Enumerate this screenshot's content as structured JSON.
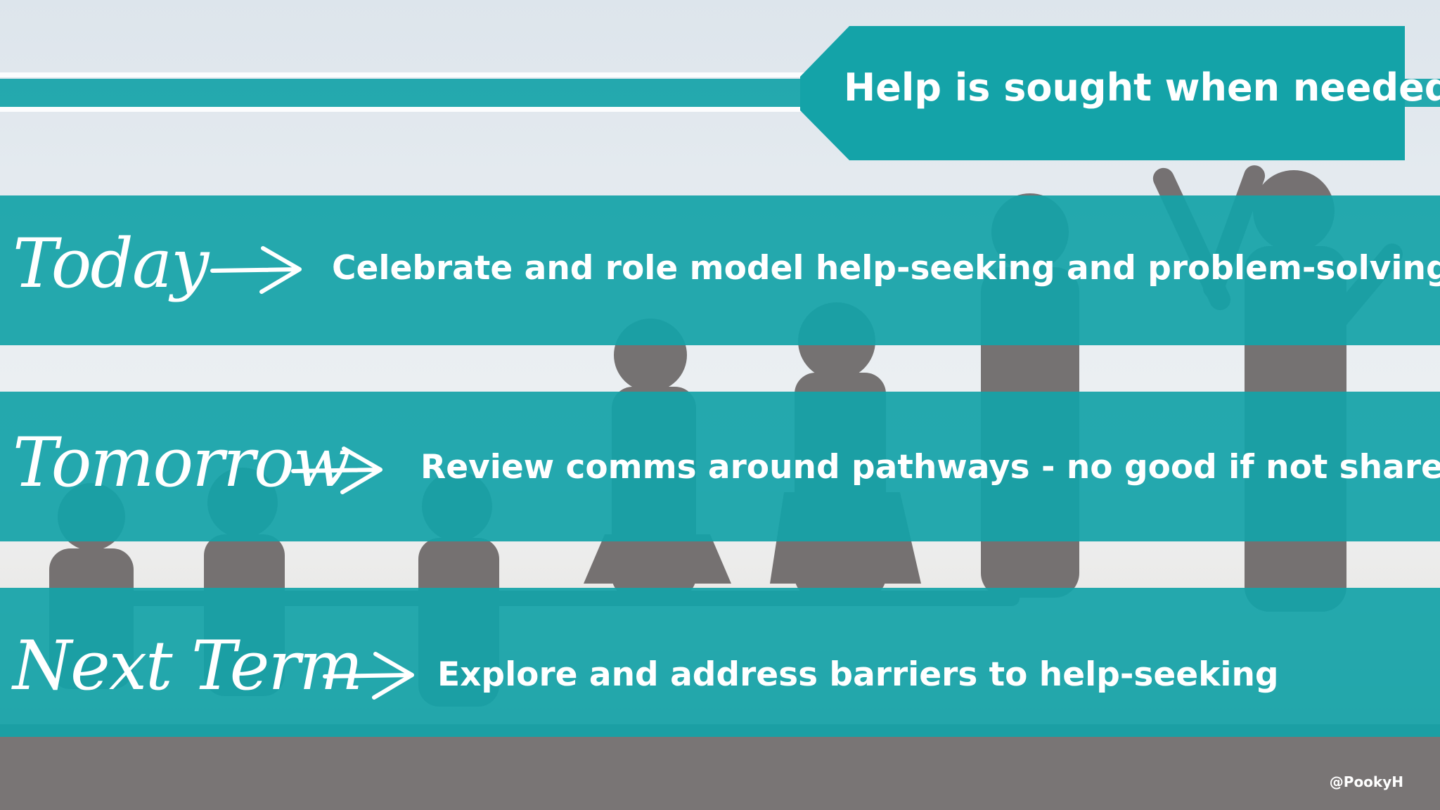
{
  "slide": {
    "title": "Help is sought when needed",
    "rows": [
      {
        "label": "Today",
        "text": "Celebrate and role model help-seeking and problem-solving"
      },
      {
        "label": "Tomorrow",
        "text": "Review comms around pathways - no good if not shared"
      },
      {
        "label": "Next Term",
        "text": "Explore and address barriers to help-seeking"
      }
    ],
    "credit": "@PookyH"
  },
  "colors": {
    "accent": "#14a3a8",
    "text": "#ffffff",
    "silhouette": "#6f6b6b"
  },
  "icons": [
    "right-arrow-icon",
    "right-arrow-icon",
    "right-arrow-icon"
  ]
}
